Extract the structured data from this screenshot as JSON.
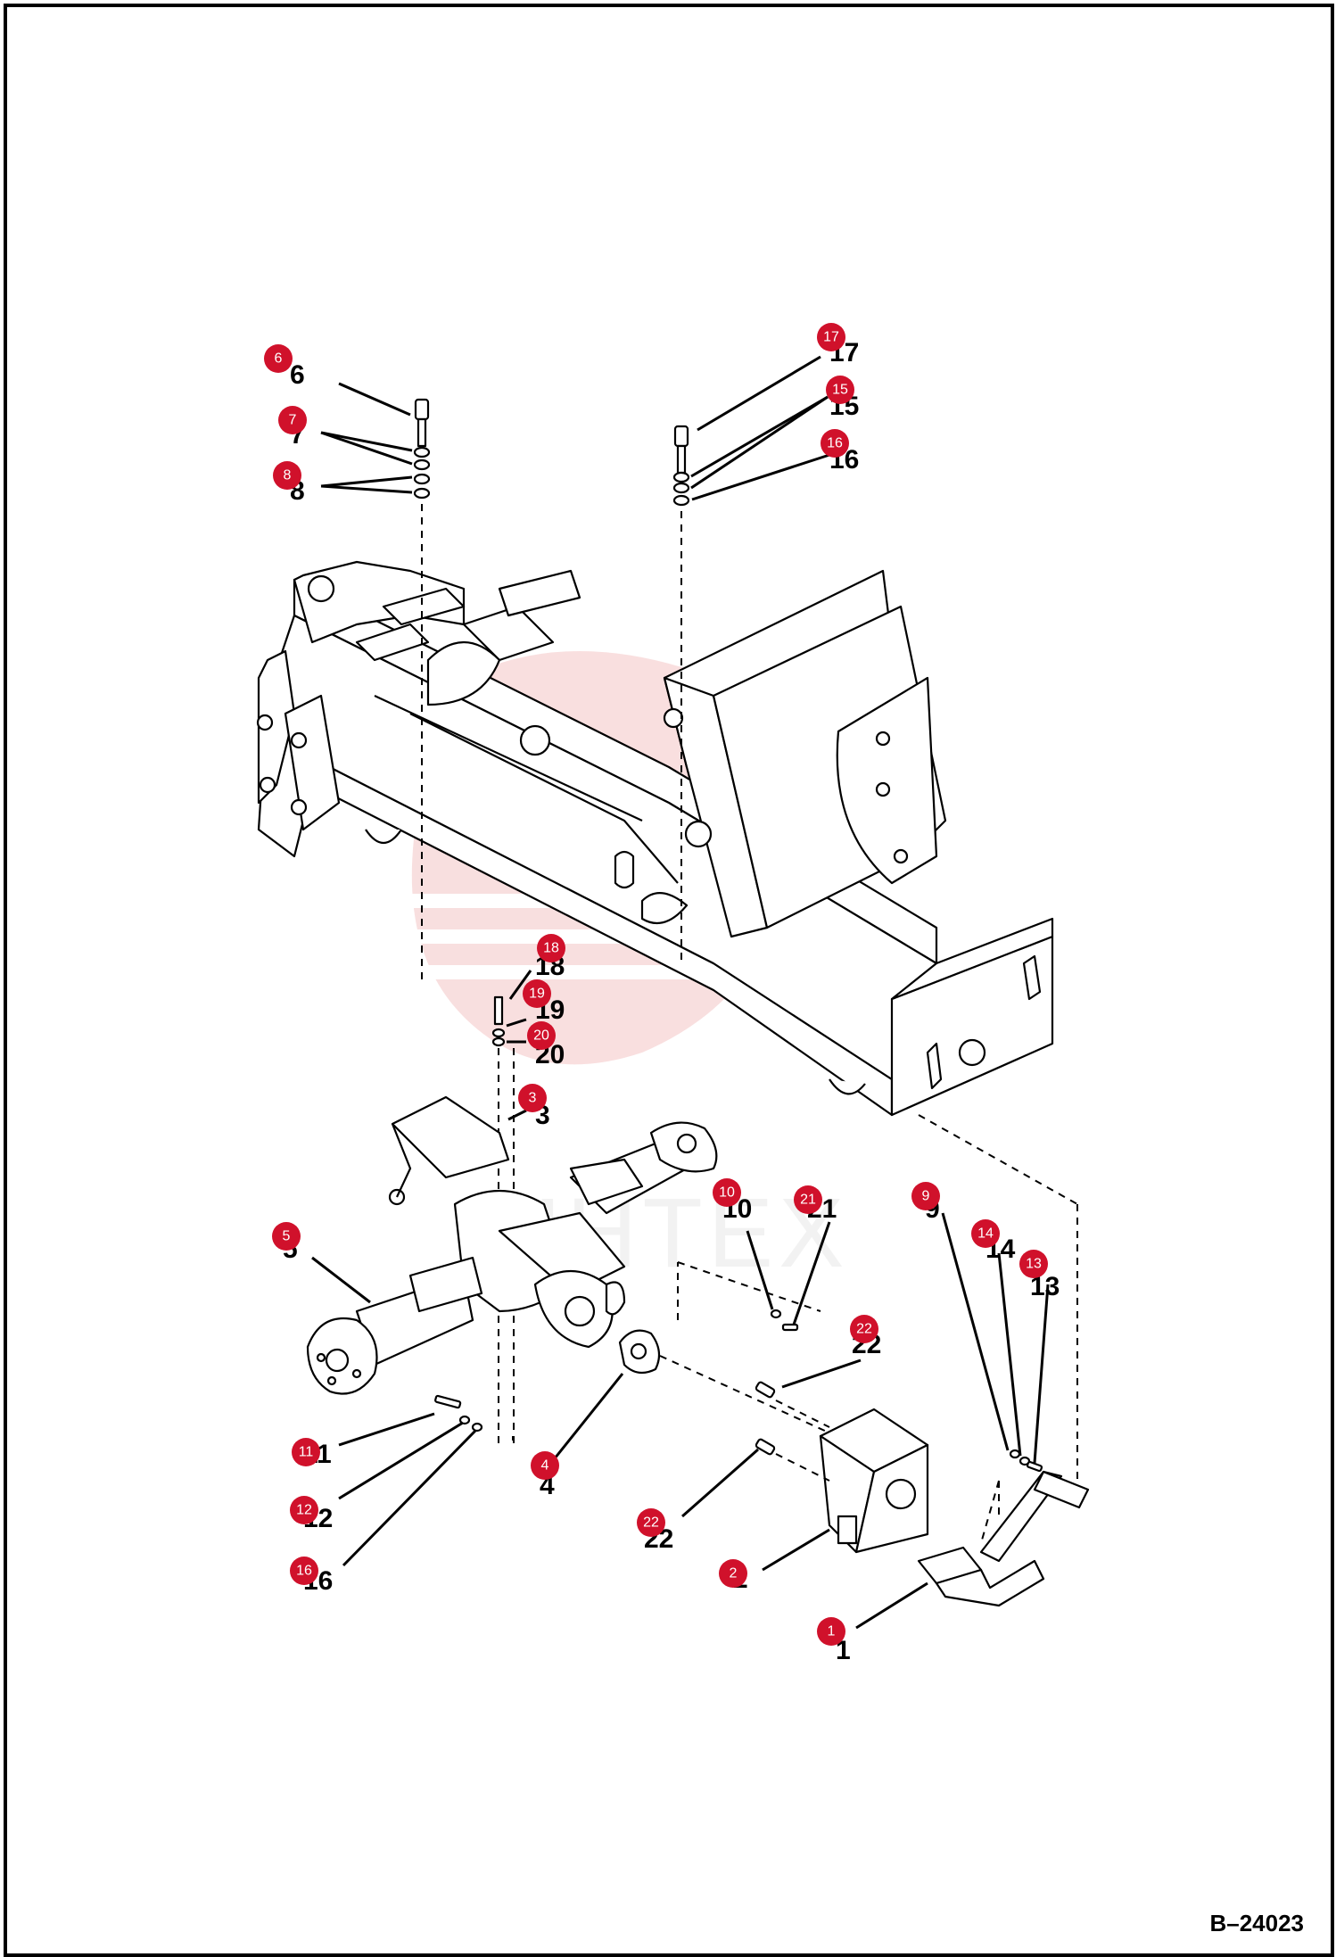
{
  "figure_id": "B–24023",
  "watermark": "ИНТЕХ",
  "colors": {
    "callout": "#d0112b",
    "line": "#000000",
    "watermark": "#f4c5c5"
  },
  "callouts": [
    {
      "n": "6",
      "label": "6"
    },
    {
      "n": "7",
      "label": "7"
    },
    {
      "n": "8",
      "label": "8"
    },
    {
      "n": "17",
      "label": "17"
    },
    {
      "n": "15",
      "label": "15"
    },
    {
      "n": "16",
      "label": "16"
    },
    {
      "n": "18",
      "label": "18"
    },
    {
      "n": "19",
      "label": "19"
    },
    {
      "n": "20",
      "label": "20"
    },
    {
      "n": "3",
      "label": "3"
    },
    {
      "n": "5",
      "label": "5"
    },
    {
      "n": "10",
      "label": "10"
    },
    {
      "n": "21",
      "label": "21"
    },
    {
      "n": "9",
      "label": "9"
    },
    {
      "n": "14",
      "label": "14"
    },
    {
      "n": "13",
      "label": "13"
    },
    {
      "n": "22",
      "label": "22"
    },
    {
      "n": "11",
      "label": "11"
    },
    {
      "n": "4",
      "label": "4"
    },
    {
      "n": "12",
      "label": "12"
    },
    {
      "n": "16b",
      "label": "16"
    },
    {
      "n": "22b",
      "label": "22"
    },
    {
      "n": "2",
      "label": "2"
    },
    {
      "n": "1",
      "label": "1"
    }
  ]
}
